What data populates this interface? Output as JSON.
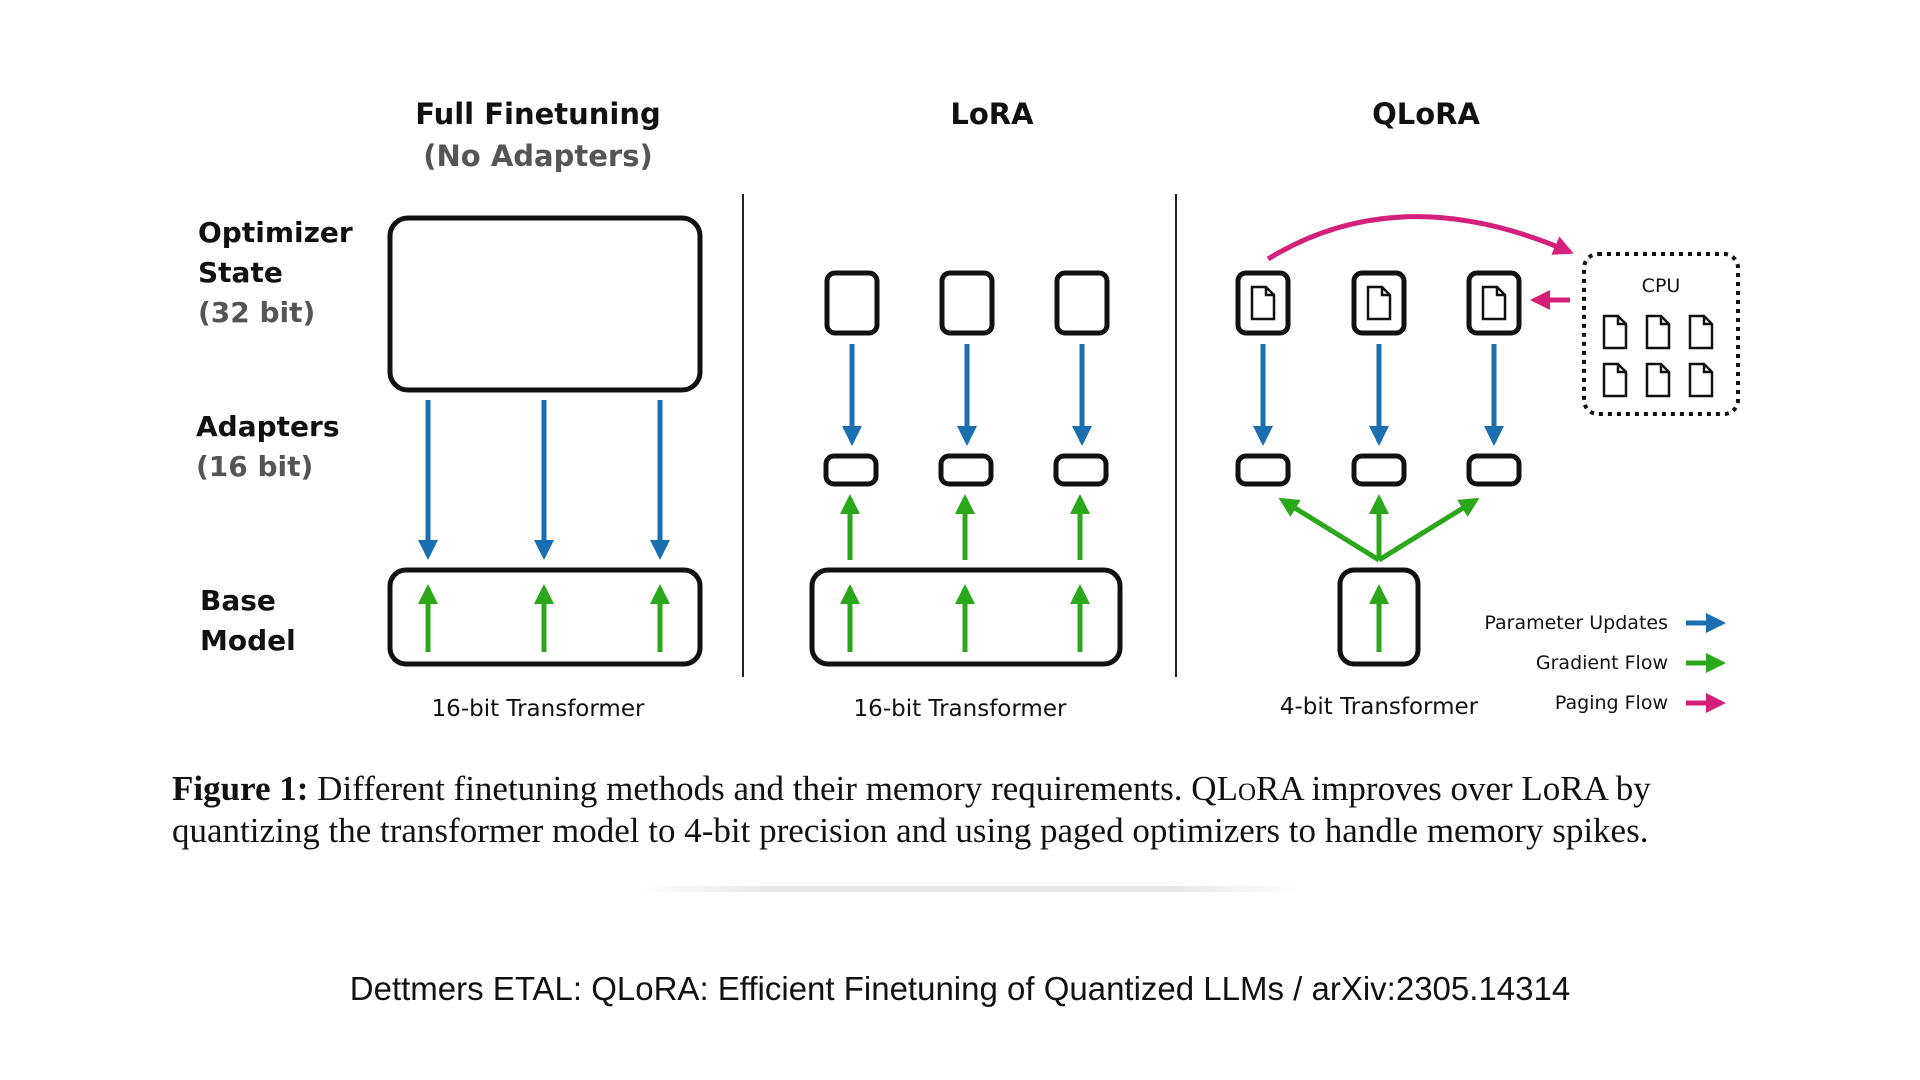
{
  "columns": {
    "full": {
      "title": "Full Finetuning",
      "subtitle": "(No Adapters)",
      "footer": "16-bit Transformer"
    },
    "lora": {
      "title": "LoRA",
      "footer": "16-bit Transformer"
    },
    "qlora": {
      "title": "QLoRA",
      "footer": "4-bit Transformer"
    }
  },
  "rows": {
    "optimizer": {
      "line1": "Optimizer",
      "line2": "State",
      "bits": "(32 bit)"
    },
    "adapters": {
      "line1": "Adapters",
      "bits": "(16 bit)"
    },
    "base": {
      "line1": "Base",
      "line2": "Model"
    }
  },
  "cpu_label": "CPU",
  "legend": [
    {
      "label": "Parameter Updates",
      "color": "#1a6fb0"
    },
    {
      "label": "Gradient Flow",
      "color": "#2aa81a"
    },
    {
      "label": "Paging Flow",
      "color": "#d4207a"
    }
  ],
  "caption": {
    "label": "Figure 1:",
    "text_part1": " Different finetuning methods and their memory requirements. ",
    "qlora_q": "Q",
    "qlora_lo": "Lo",
    "qlora_ra": "RA",
    "text_part2": " improves over LoRA by quantizing the transformer model to 4-bit precision and using paged optimizers to handle memory spikes."
  },
  "citation": "Dettmers ETAL: QLoRA: Efficient Finetuning of Quantized LLMs / arXiv:2305.14314",
  "colors": {
    "blue": "#1a6fb0",
    "green": "#2aa81a",
    "pink": "#d4207a"
  }
}
